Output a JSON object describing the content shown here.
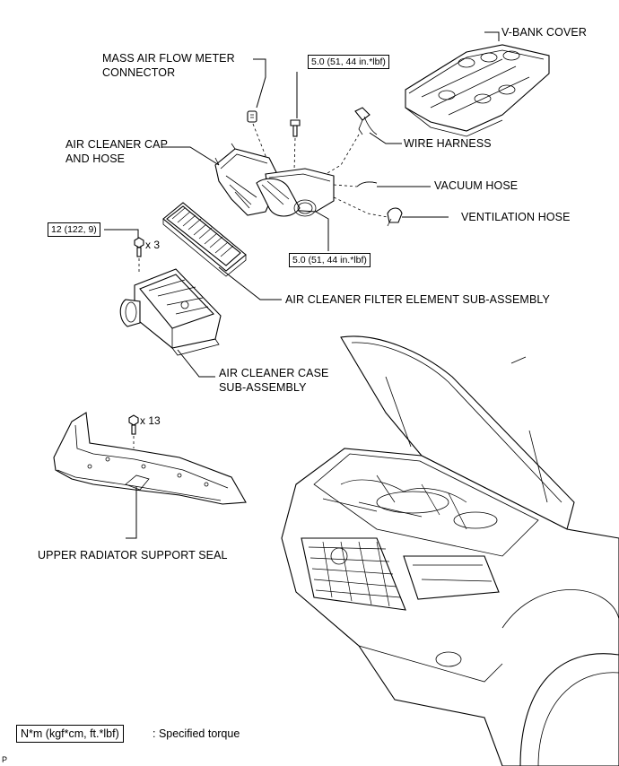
{
  "labels": {
    "v_bank_cover": "V-BANK COVER",
    "maf_line1": "MASS AIR FLOW METER",
    "maf_line2": "CONNECTOR",
    "air_cleaner_cap_line1": "AIR CLEANER CAP",
    "air_cleaner_cap_line2": "AND HOSE",
    "wire_harness": "WIRE HARNESS",
    "vacuum_hose": "VACUUM HOSE",
    "ventilation_hose": "VENTILATION HOSE",
    "filter_element": "AIR CLEANER FILTER ELEMENT SUB-ASSEMBLY",
    "case_line1": "AIR CLEANER CASE",
    "case_line2": "SUB-ASSEMBLY",
    "upper_radiator_seal": "UPPER RADIATOR SUPPORT SEAL"
  },
  "torques": {
    "top_bolt": "5.0 (51, 44 in.*lbf)",
    "clamp": "5.0 (51, 44 in.*lbf)",
    "case_bolt": "12 (122, 9)"
  },
  "quantities": {
    "case_bolts": "x 3",
    "seal_clips": "x 13"
  },
  "legend": {
    "box": "N*m (kgf*cm, ft.*lbf)",
    "text": ": Specified torque"
  },
  "page_code": "P"
}
